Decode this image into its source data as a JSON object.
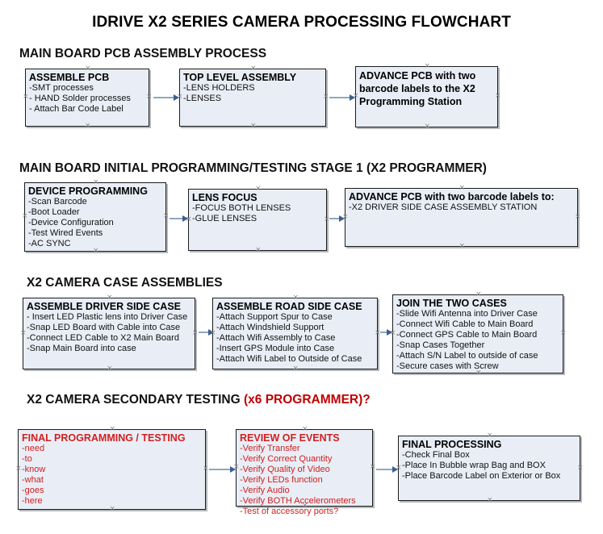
{
  "document": {
    "title": "IDRIVE X2  SERIES CAMERA PROCESSING FLOWCHART"
  },
  "sections": [
    {
      "id": "main-board-pcb-assembly",
      "heading": "MAIN BOARD PCB ASSEMBLY PROCESS",
      "heading_accent": "",
      "nodes": [
        {
          "id": "assemble-pcb",
          "title": "ASSEMBLE PCB",
          "lines": [
            "-SMT processes",
            "- HAND Solder processes",
            "- Attach Bar Code Label"
          ]
        },
        {
          "id": "top-level-assembly",
          "title": "TOP LEVEL ASSEMBLY",
          "lines": [
            "-LENS HOLDERS",
            "-LENSES"
          ]
        },
        {
          "id": "advance-pcb-to-x2-programming-station",
          "title": "ADVANCE PCB with two barcode labels to the  X2 Programming Station",
          "lines": []
        }
      ]
    },
    {
      "id": "main-board-initial-programming",
      "heading": "MAIN BOARD INITIAL PROGRAMMING/TESTING STAGE 1 (X2 PROGRAMMER)",
      "heading_accent": "",
      "nodes": [
        {
          "id": "device-programming",
          "title": "DEVICE PROGRAMMING",
          "lines": [
            "-Scan Barcode",
            "-Boot Loader",
            "-Device Configuration",
            "-Test Wired Events",
            "-AC SYNC"
          ]
        },
        {
          "id": "lens-focus",
          "title": "LENS FOCUS",
          "lines": [
            "-FOCUS BOTH LENSES",
            "-GLUE LENSES"
          ]
        },
        {
          "id": "advance-pcb-to-driver-side-case",
          "title": "ADVANCE PCB with two barcode labels to:",
          "lines": [
            "-X2 DRIVER  SIDE  CASE  ASSEMBLY STATION"
          ]
        }
      ]
    },
    {
      "id": "x2-camera-case-assemblies",
      "heading": "X2 CAMERA CASE ASSEMBLIES",
      "heading_accent": "",
      "nodes": [
        {
          "id": "assemble-driver-side-case",
          "title": "ASSEMBLE DRIVER SIDE CASE",
          "lines": [
            "- Insert LED Plastic lens into Driver Case",
            "-Snap LED Board with Cable into Case",
            "-Connect LED Cable to X2 Main Board",
            "-Snap Main Board into case"
          ]
        },
        {
          "id": "assemble-road-side-case",
          "title": "ASSEMBLE ROAD SIDE CASE",
          "lines": [
            "-Attach Support Spur to Case",
            "-Attach Windshield Support",
            "-Attach Wifi Assembly to Case",
            "-Insert GPS Module into Case",
            "-Attach Wifi Label to Outside of Case"
          ]
        },
        {
          "id": "join-the-two-cases",
          "title": "JOIN THE TWO CASES",
          "lines": [
            "-Slide Wifi Antenna into Driver Case",
            "-Connect Wifi Cable to Main Board",
            "-Connect GPS Cable to Main Board",
            "-Snap Cases Together",
            "-Attach S/N Label to outside of case",
            "-Secure cases with Screw"
          ]
        }
      ]
    },
    {
      "id": "x2-camera-secondary-testing",
      "heading": "X2 CAMERA SECONDARY TESTING ",
      "heading_accent": "(x6 PROGRAMMER)?",
      "nodes": [
        {
          "id": "final-programming-testing",
          "title": "FINAL PROGRAMMING / TESTING",
          "lines": [
            "-need",
            "-to",
            "-know",
            "-what",
            "-goes",
            "-here"
          ]
        },
        {
          "id": "review-of-events",
          "title": "REVIEW OF EVENTS",
          "lines": [
            "-Verify Transfer",
            "-Verify Correct Quantity",
            "-Verify Quality of Video",
            "-Verify LEDs function",
            "-Verify Audio",
            "-Verify BOTH Accelerometers",
            "-Test of accessory ports?"
          ]
        },
        {
          "id": "final-processing",
          "title": "FINAL PROCESSING",
          "lines": [
            "-Check Final Box",
            "-Place In Bubble wrap Bag and BOX",
            "-Place Barcode Label on Exterior or Box"
          ]
        }
      ]
    }
  ],
  "connectors": [
    {
      "id": "conn-assemble-pcb-to-top-level"
    },
    {
      "id": "conn-top-level-to-advance-pcb"
    },
    {
      "id": "conn-device-programming-to-lens-focus"
    },
    {
      "id": "conn-lens-focus-to-advance-pcb"
    },
    {
      "id": "conn-driver-case-to-road-case"
    },
    {
      "id": "conn-road-case-to-join-cases"
    },
    {
      "id": "conn-final-prog-to-review"
    },
    {
      "id": "conn-review-to-final-processing"
    }
  ],
  "style": {
    "node_fill": "#e9eef6",
    "node_border": "#1b1b1b",
    "connector_color": "#8ea7bf",
    "arrowhead_color": "#3b5f93",
    "handle_color": "#8a8a8a",
    "accent_red": "#c00000",
    "red_text": "#d02020"
  },
  "handle_glyph": "×"
}
